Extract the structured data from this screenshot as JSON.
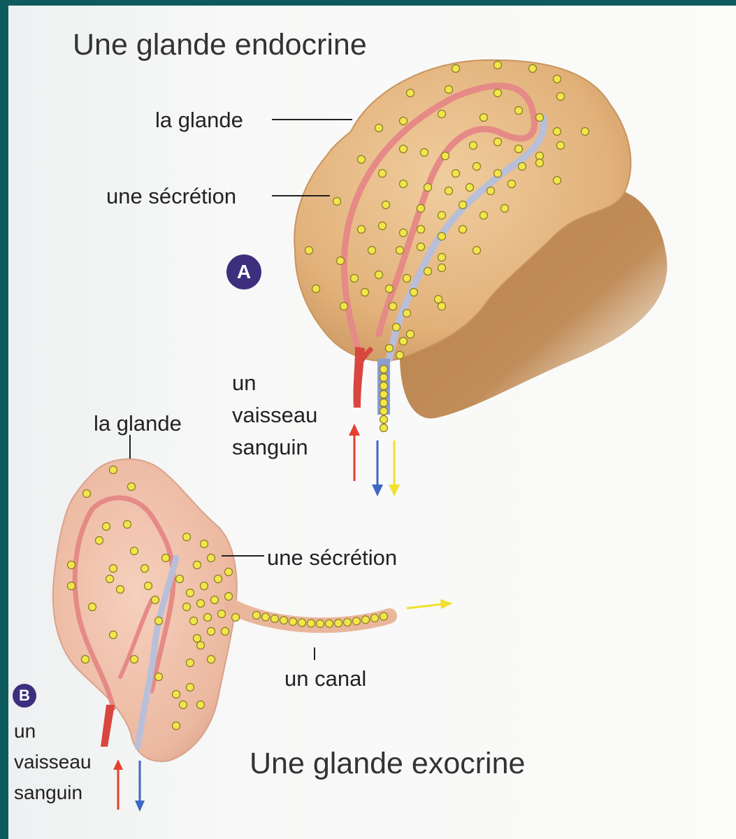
{
  "endocrine": {
    "title": "Une glande endocrine",
    "label_gland": "la glande",
    "label_secretion": "une sécrétion",
    "badge": "A",
    "vessel_label": [
      "un",
      "vaisseau",
      "sanguin"
    ]
  },
  "exocrine": {
    "title": "Une glande exocrine",
    "label_gland": "la glande",
    "label_secretion": "une sécrétion",
    "label_duct": "un canal",
    "badge": "B",
    "vessel_label": [
      "un",
      "vaisseau",
      "sanguin"
    ]
  },
  "colors": {
    "gland_a": "#e8bb87",
    "gland_b": "#efc0aa",
    "artery": "#e58a86",
    "vein": "#b5bcd9",
    "secretion": "#f1e64a",
    "arrow_red": "#e3402f",
    "arrow_blue": "#3d67c4",
    "arrow_yellow": "#f2e02e",
    "badge": "#3e2f7e"
  }
}
